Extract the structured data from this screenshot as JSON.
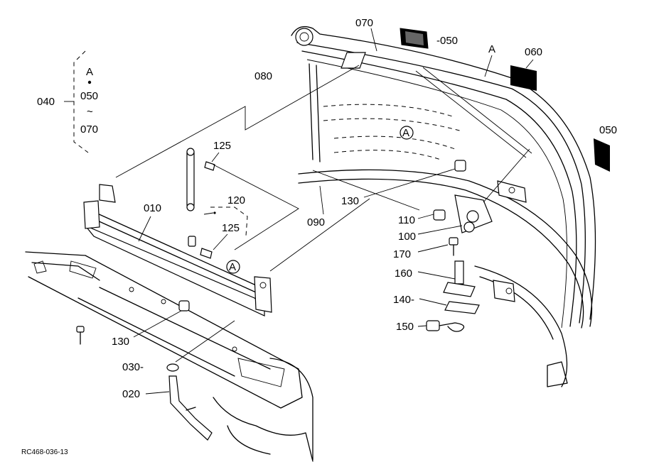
{
  "labels": {
    "p070_top": "070",
    "p050_top": "-050",
    "p060": "060",
    "p050_right": "050",
    "p080": "080",
    "p040": "040",
    "p125_a": "125",
    "p120": "120",
    "p125_b": "125",
    "p010": "010",
    "p130_a": "130",
    "p130_b": "130",
    "p090": "090",
    "p110": "110",
    "p100": "100",
    "p170": "170",
    "p160": "160",
    "p140": "140-",
    "p150": "150",
    "p030": "030-",
    "p020": "020",
    "group_a": "A",
    "group_050": "050",
    "group_tilde": "~",
    "group_070": "070",
    "callout_a_top": "A",
    "ref_a_circle_1": "A",
    "ref_a_circle_2": "A"
  },
  "drawing_code": "RC468-036-13"
}
